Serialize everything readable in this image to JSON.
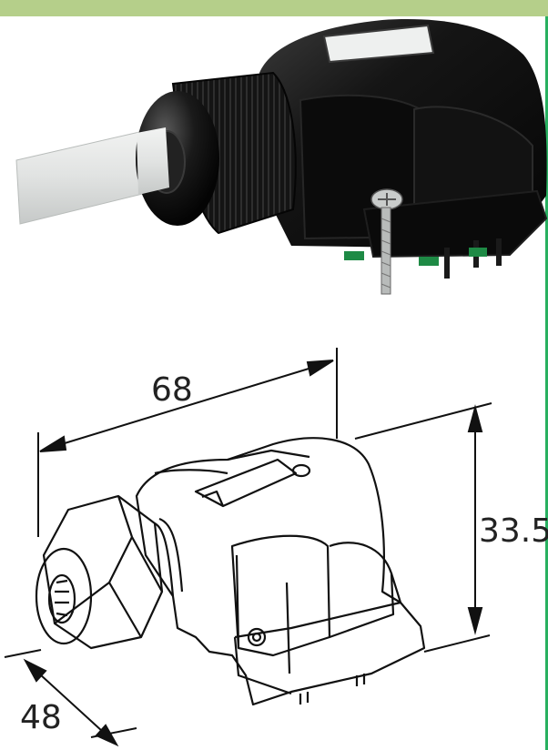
{
  "colors": {
    "top_bar": "#b5cf8a",
    "edge_bar": "#28b060",
    "housing": "#101010",
    "cable": "#d9dcda",
    "line_art": "#111111"
  },
  "dimensions": {
    "length": "68",
    "height": "33.5",
    "width": "48"
  }
}
